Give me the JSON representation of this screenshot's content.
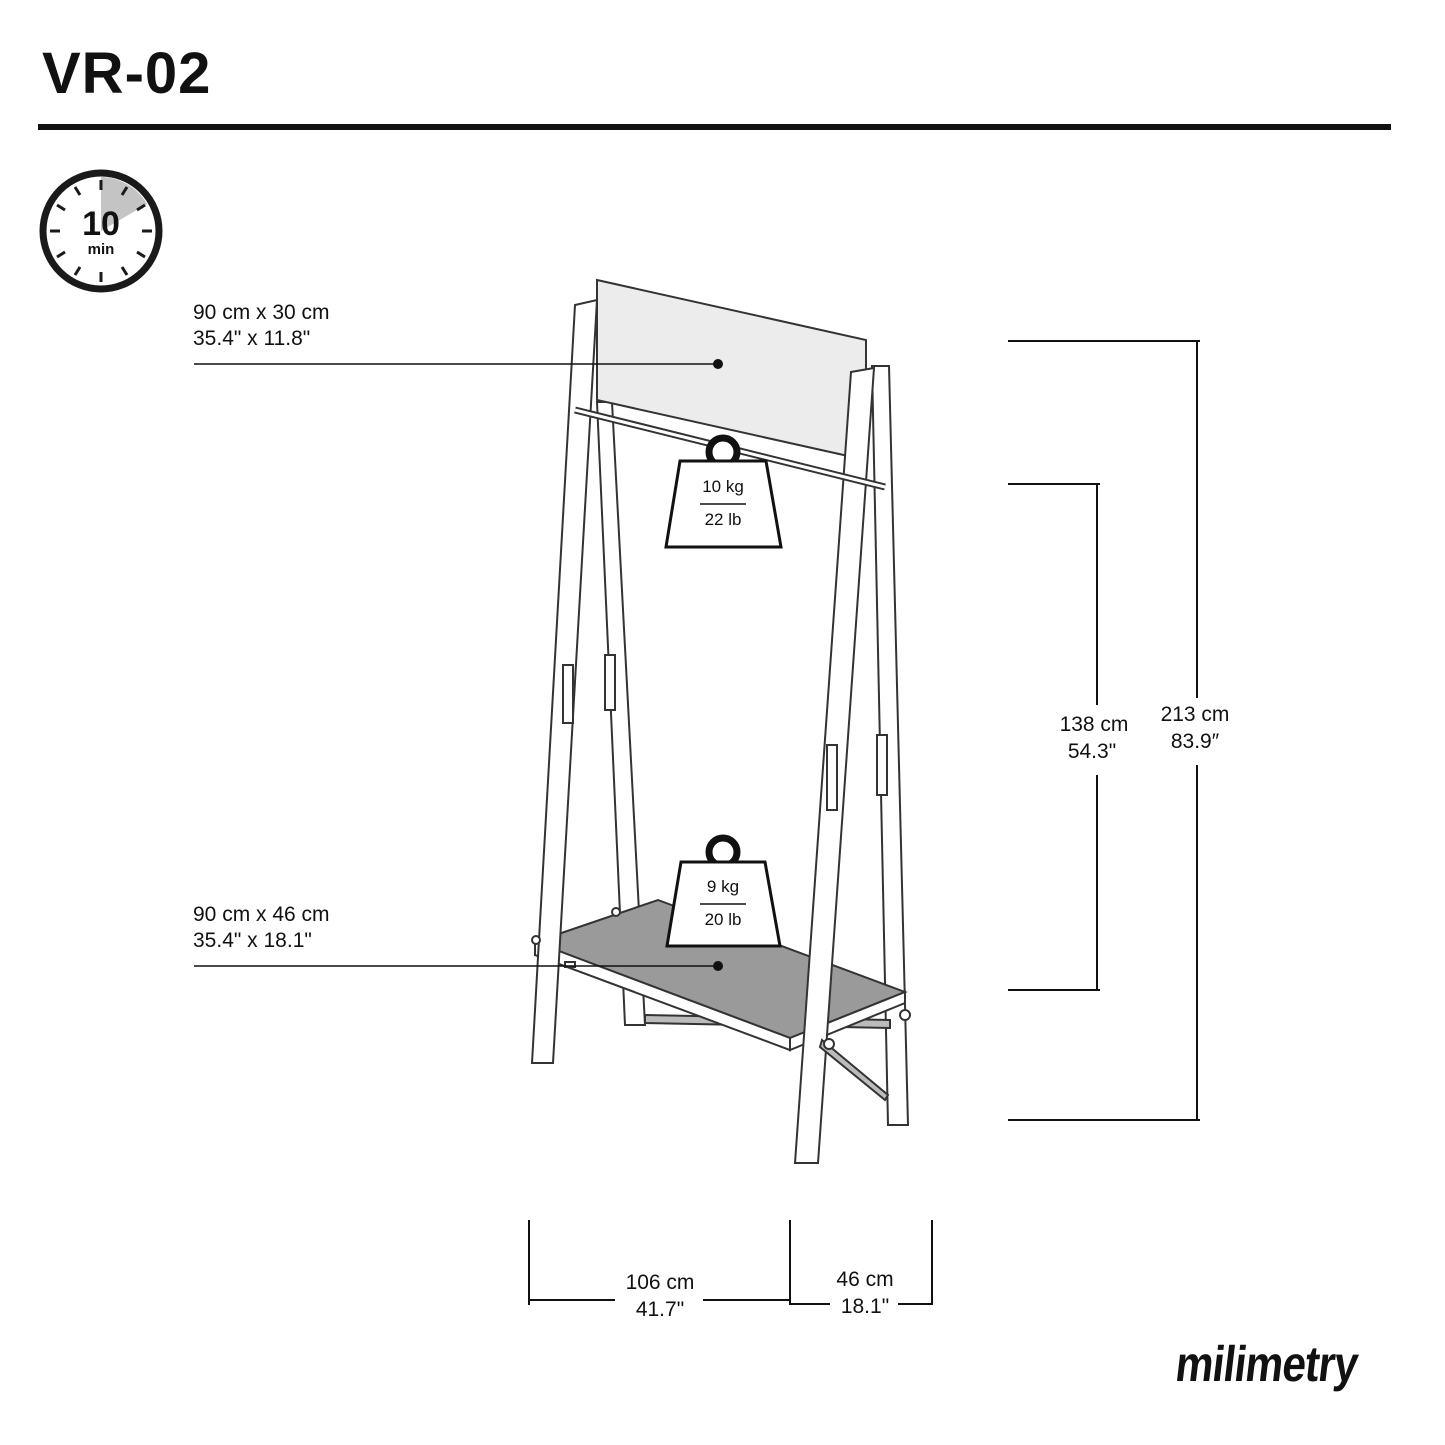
{
  "title": "VR-02",
  "assembly_time": {
    "value": "10",
    "unit": "min"
  },
  "top_panel": {
    "metric": "90 cm x 30 cm",
    "imperial": "35.4\" x 11.8\""
  },
  "shelf": {
    "metric": "90 cm x 46 cm",
    "imperial": "35.4\" x 18.1\""
  },
  "rail_load": {
    "metric": "10 kg",
    "imperial": "22 lb"
  },
  "shelf_load": {
    "metric": "9 kg",
    "imperial": "20 lb"
  },
  "total_height": {
    "metric": "213 cm",
    "imperial": "83.9″"
  },
  "rail_height": {
    "metric": "138 cm",
    "imperial": "54.3\""
  },
  "width": {
    "metric": "106 cm",
    "imperial": "41.7\""
  },
  "depth": {
    "metric": "46 cm",
    "imperial": "18.1\""
  },
  "brand": "milimetry"
}
